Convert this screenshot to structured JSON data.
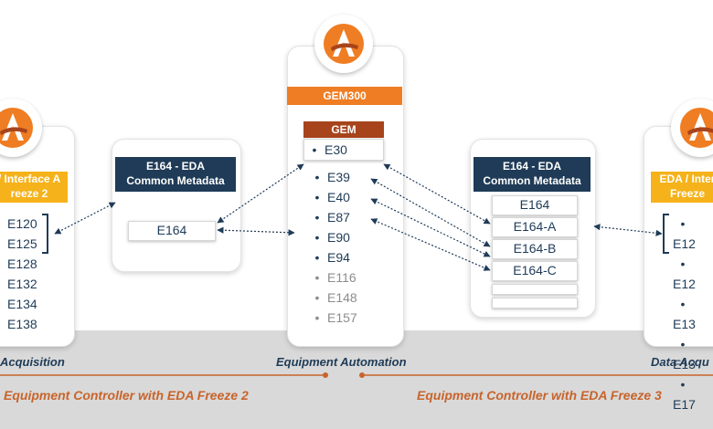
{
  "left_panel": {
    "header": "/ Interface A\nreeze 2",
    "items": [
      "E120",
      "E125",
      "E128",
      "E132",
      "E134",
      "E138"
    ],
    "caption": "Acquisition"
  },
  "left_metadata": {
    "header": "E164 - EDA\nCommon Metadata",
    "item": "E164"
  },
  "center_panel": {
    "title": "GEM300",
    "gem_header": "GEM",
    "gem_item": "E30",
    "dark_items": [
      "E39",
      "E40",
      "E87",
      "E90",
      "E94"
    ],
    "gray_items": [
      "E116",
      "E148",
      "E157"
    ],
    "caption": "Equipment Automation"
  },
  "right_metadata": {
    "header": "E164 - EDA\nCommon Metadata",
    "items": [
      "E164",
      "E164-A",
      "E164-B",
      "E164-C"
    ]
  },
  "right_panel": {
    "header": "EDA / Inter\nFreeze",
    "items": [
      "E12",
      "E12",
      "E13",
      "E13",
      "E17"
    ],
    "caption": "Data Acqu"
  },
  "bottom_labels": {
    "left": "Equipment Controller with EDA Freeze 2",
    "right": "Equipment Controller with EDA Freeze 3"
  },
  "colors": {
    "navy": "#1f3b57",
    "orange": "#ef7d23",
    "rust": "#a7441c",
    "yellow": "#f5b21a",
    "bottom_label": "#c8642a"
  },
  "icons": {
    "logo": "brand-a-logo-icon"
  }
}
